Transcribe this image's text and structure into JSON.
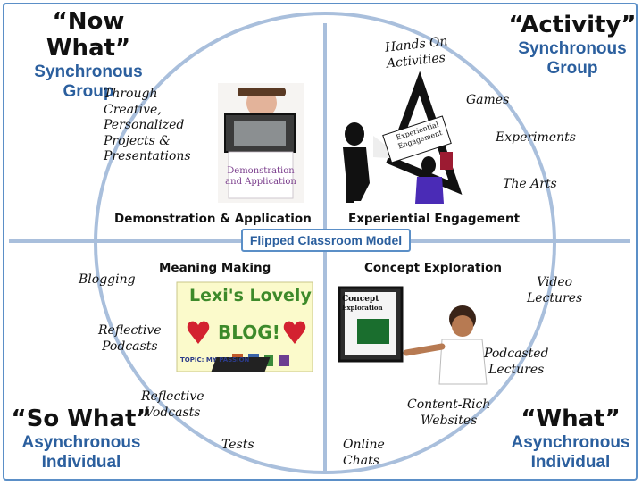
{
  "center": {
    "label": "Flipped Classroom Model"
  },
  "quadrants": {
    "top_left": {
      "heading": "“Now What”",
      "line1": "Synchronous",
      "line2": "Group"
    },
    "top_right": {
      "heading": "“Activity”",
      "line1": "Synchronous",
      "line2": "Group"
    },
    "bottom_left": {
      "heading": "“So What”",
      "line1": "Asynchronous",
      "line2": "Individual"
    },
    "bottom_right": {
      "heading": "“What”",
      "line1": "Asynchronous",
      "line2": "Individual"
    }
  },
  "section_titles": {
    "demonstration": "Demonstration & Application",
    "experiential": "Experiential Engagement",
    "meaning": "Meaning Making",
    "concept": "Concept Exploration"
  },
  "activities": {
    "top_left": [
      "Through",
      "Creative,",
      "Personalized",
      "Projects &",
      "Presentations"
    ],
    "top_right": {
      "hands_on_1": "Hands On",
      "hands_on_2": "Activities",
      "games": "Games",
      "experiments": "Experiments",
      "arts": "The Arts"
    },
    "bottom_left": {
      "blogging": "Blogging",
      "podcasts_1": "Reflective",
      "podcasts_2": "Podcasts",
      "vodcasts_1": "Reflective",
      "vodcasts_2": "Vodcasts",
      "tests": "Tests"
    },
    "bottom_right": {
      "video_1": "Video",
      "video_2": "Lectures",
      "podcasted_1": "Podcasted",
      "podcasted_2": "Lectures",
      "content_1": "Content-Rich",
      "content_2": "Websites",
      "chats_1": "Online",
      "chats_2": "Chats"
    }
  },
  "photo_captions": {
    "demo_1": "Demonstration",
    "demo_2": "and Application",
    "experiential_1": "Experiential",
    "experiential_2": "Engagement",
    "concept_1": "Concept",
    "concept_2": "Exploration",
    "blog_1": "Lexi's Lovely",
    "blog_2": "BLOG!",
    "blog_3": "TOPIC: MY PASSION"
  },
  "colors": {
    "accent": "#2b5f9e",
    "border": "#5b8fc7",
    "ring": "#a9bfdc"
  }
}
